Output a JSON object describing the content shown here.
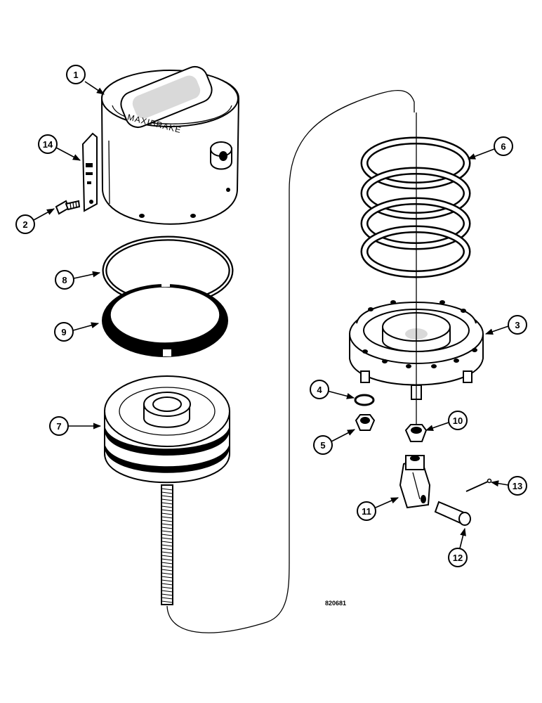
{
  "diagram": {
    "figure_code": "820681",
    "housing_stamp": "MAXIBRAKE",
    "callouts": [
      "1",
      "2",
      "3",
      "4",
      "5",
      "6",
      "7",
      "8",
      "9",
      "10",
      "11",
      "12",
      "13",
      "14"
    ]
  }
}
